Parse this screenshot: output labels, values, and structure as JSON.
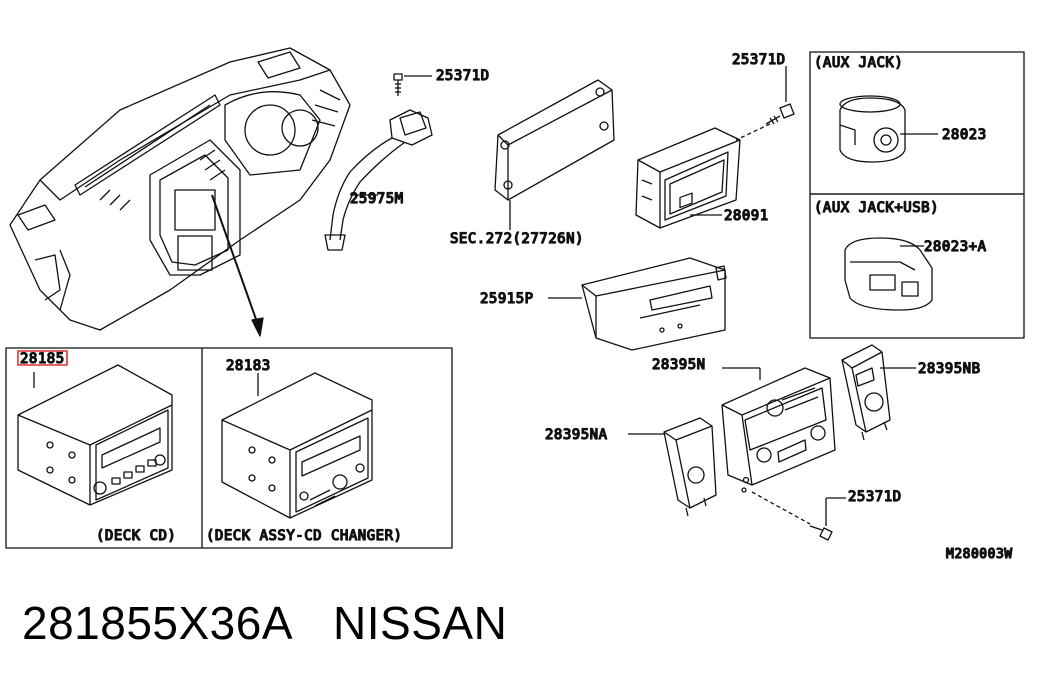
{
  "labels": {
    "bolt_top": "25371D",
    "cable_25975m": "25975M",
    "bracket_sec272": "SEC.272(27726N)",
    "bolt_right_top": "25371D",
    "display_28091": "28091",
    "unit_25915p": "25915P",
    "bezel_28395n": "28395N",
    "switch_28395na": "28395NA",
    "switch_28395nb": "28395NB",
    "bolt_bottom": "25371D",
    "aux_jack_title": "(AUX JACK)",
    "aux_jack_part": "28023",
    "aux_usb_title": "(AUX JACK+USB)",
    "aux_usb_part": "28023+A",
    "deck_cd_part": "28185",
    "deck_cd_caption": "(DECK CD)",
    "deck_changer_part": "28183",
    "deck_changer_caption": "(DECK ASSY-CD CHANGER)",
    "diagram_code": "M280003W"
  },
  "footer": {
    "part_number": "281855X36A",
    "brand": "NISSAN"
  },
  "highlight_color": "#e03030"
}
